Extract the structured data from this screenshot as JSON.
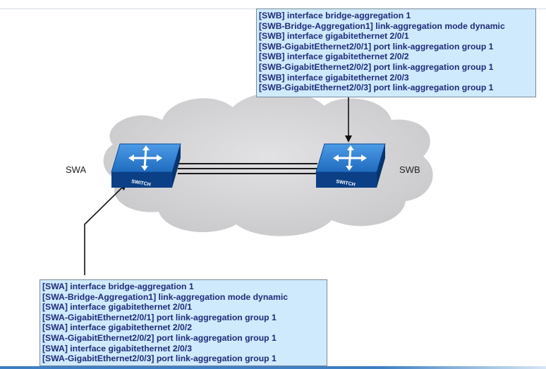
{
  "devices": {
    "swa": {
      "name": "SWA",
      "badge": "SWITCH"
    },
    "swb": {
      "name": "SWB",
      "badge": "SWITCH"
    }
  },
  "swb_config": [
    "[SWB] interface bridge-aggregation 1",
    "[SWB-Bridge-Aggregation1] link-aggregation mode dynamic",
    "[SWB] interface gigabitethernet 2/0/1",
    "[SWB-GigabitEthernet2/0/1] port link-aggregation group 1",
    "[SWB] interface gigabitethernet 2/0/2",
    "[SWB-GigabitEthernet2/0/2] port link-aggregation group 1",
    "[SWB] interface gigabitethernet 2/0/3",
    "[SWB-GigabitEthernet2/0/3] port link-aggregation group 1"
  ],
  "swa_config": [
    "[SWA] interface bridge-aggregation 1",
    "[SWA-Bridge-Aggregation1] link-aggregation mode dynamic",
    "[SWA] interface gigabitethernet 2/0/1",
    "[SWA-GigabitEthernet2/0/1] port link-aggregation group 1",
    "[SWA] interface gigabitethernet 2/0/2",
    "[SWA-GigabitEthernet2/0/2] port link-aggregation group 1",
    "[SWA] interface gigabitethernet 2/0/3",
    "[SWA-GigabitEthernet2/0/3] port link-aggregation group 1"
  ],
  "colors": {
    "config_text": "#1f2a7a",
    "config_bg": "#cfeafc",
    "switch_top": "#2d7fd0",
    "switch_side": "#0b3f86",
    "cloud": "#d7d7d9"
  },
  "icons": {
    "switch": "network-switch-icon",
    "cloud": "cloud-icon"
  }
}
